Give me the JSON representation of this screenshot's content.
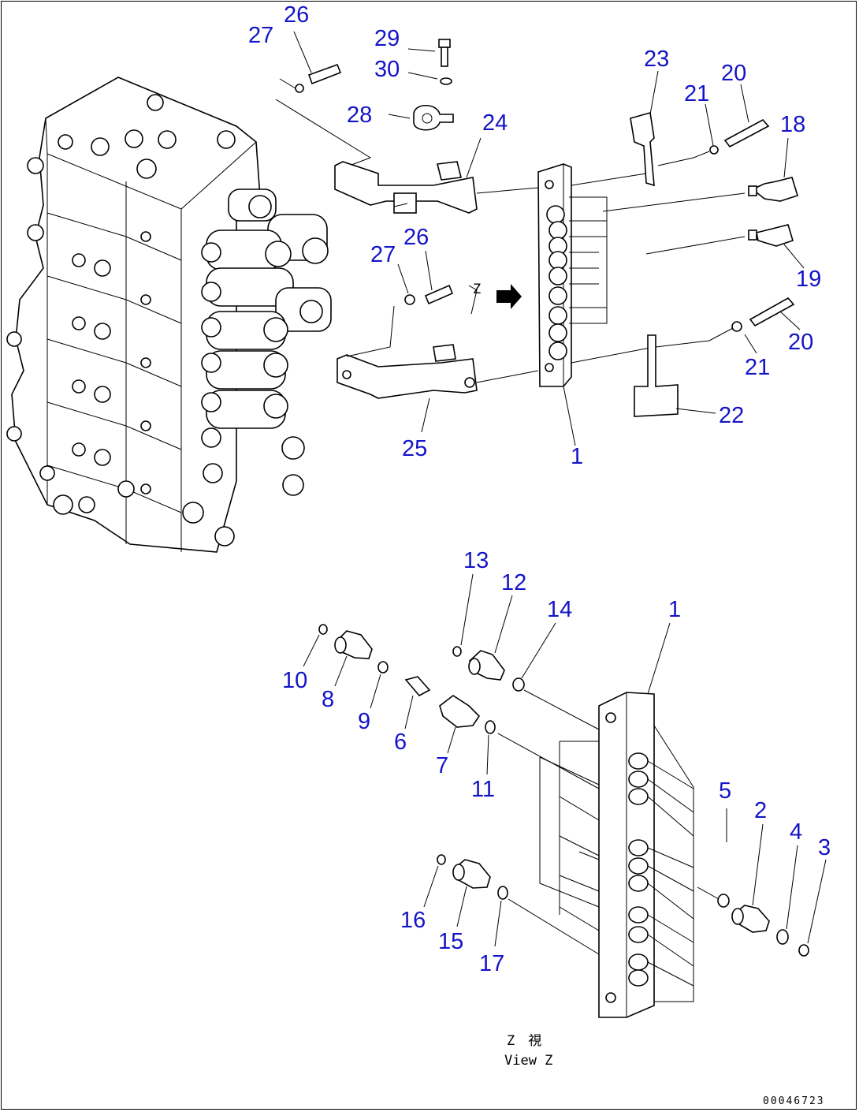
{
  "callouts": {
    "c27a": "27",
    "c26a": "26",
    "c29": "29",
    "c30": "30",
    "c28": "28",
    "c24": "24",
    "c23": "23",
    "c21a": "21",
    "c20a": "20",
    "c18": "18",
    "c19": "19",
    "c27b": "27",
    "c26b": "26",
    "c20b": "20",
    "c21b": "21",
    "c22": "22",
    "c25": "25",
    "c1a": "1",
    "c13": "13",
    "c12": "12",
    "c14": "14",
    "c1b": "1",
    "c10": "10",
    "c8": "8",
    "c9": "9",
    "c6": "6",
    "c7": "7",
    "c11": "11",
    "c5": "5",
    "c2": "2",
    "c4": "4",
    "c3": "3",
    "c16": "16",
    "c15": "15",
    "c17": "17"
  },
  "view_caption": {
    "jp": "Z　視",
    "en": "View Z"
  },
  "view_marker": "Z",
  "document_id": "00046723",
  "colors": {
    "callout": "#1414c8",
    "line": "#000000",
    "background": "#ffffff"
  }
}
